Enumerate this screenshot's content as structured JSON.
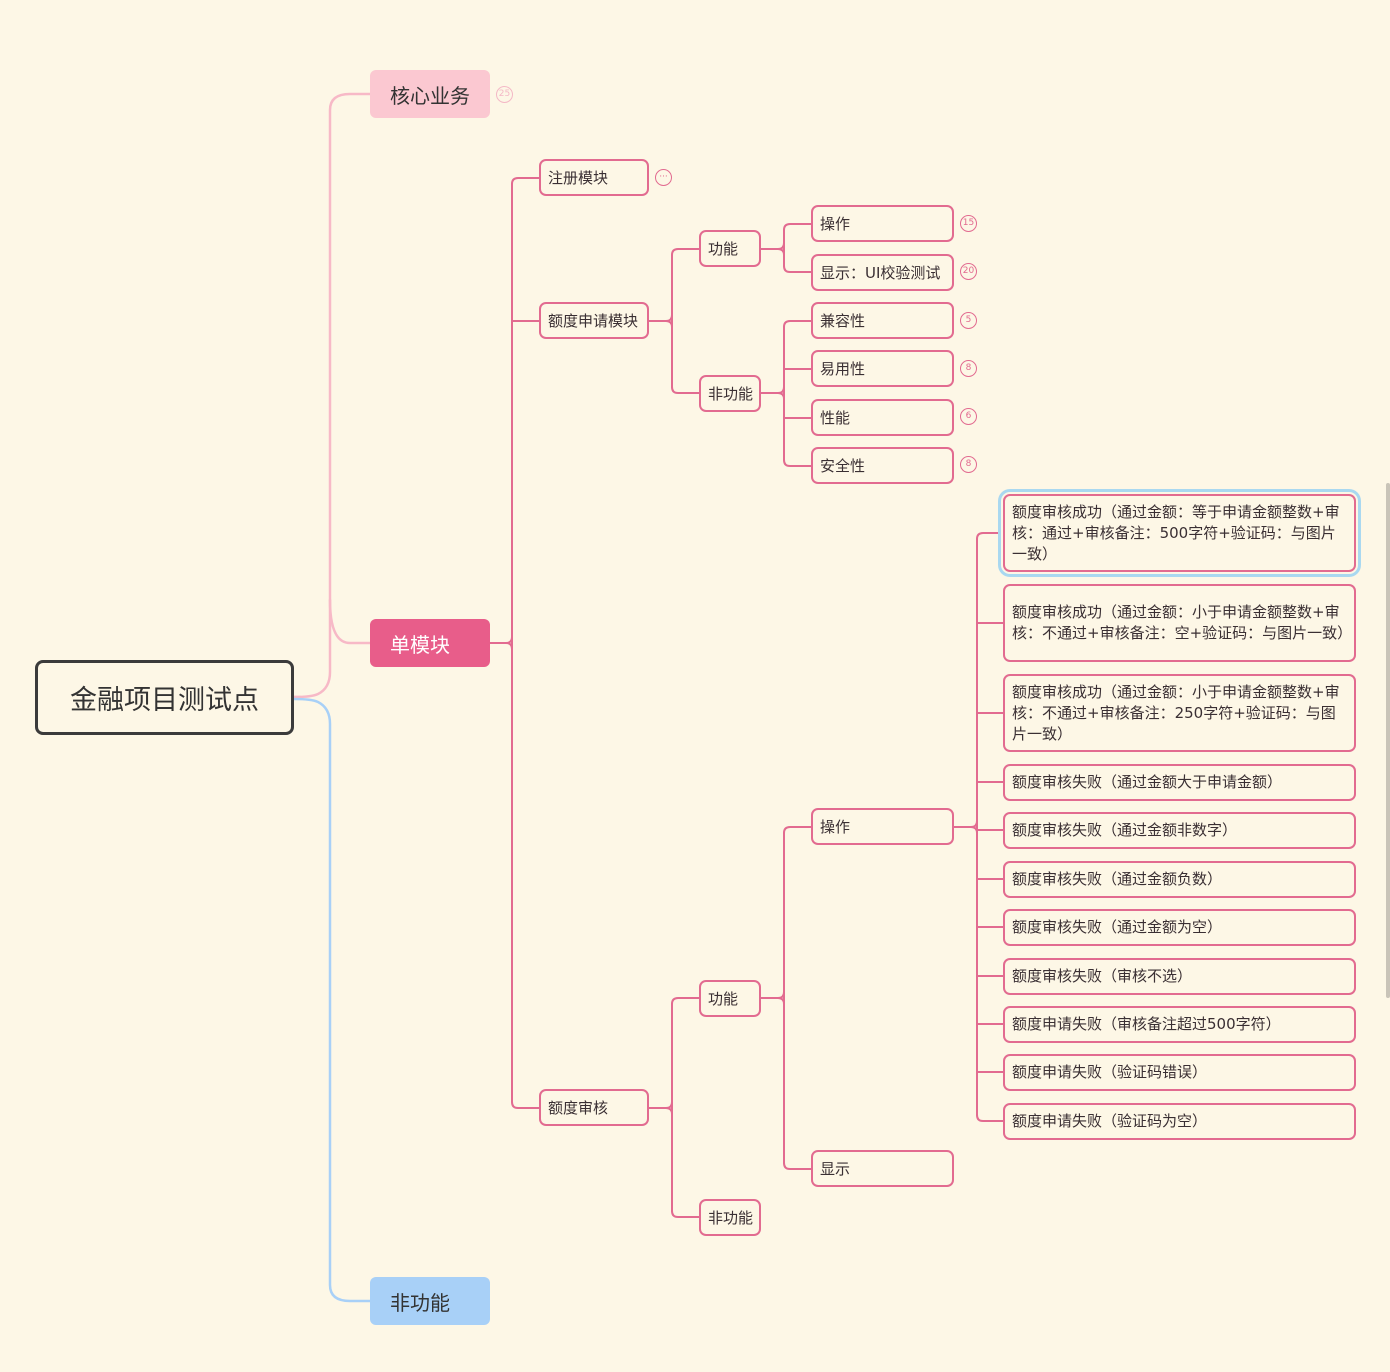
{
  "root": {
    "label": "金融项目测试点"
  },
  "core": {
    "label": "核心业务",
    "badge": "25"
  },
  "single": {
    "label": "单模块"
  },
  "nonfunc": {
    "label": "非功能"
  },
  "register": {
    "label": "注册模块",
    "badge": "···"
  },
  "quota_apply": {
    "label": "额度申请模块",
    "func": {
      "label": "功能",
      "ops": {
        "label": "操作",
        "badge": "15"
      },
      "display": {
        "label": "显示：UI校验测试",
        "badge": "20"
      }
    },
    "nonfunc": {
      "label": "非功能",
      "compat": {
        "label": "兼容性",
        "badge": "5"
      },
      "usability": {
        "label": "易用性",
        "badge": "8"
      },
      "perf": {
        "label": "性能",
        "badge": "6"
      },
      "security": {
        "label": "安全性",
        "badge": "8"
      }
    }
  },
  "quota_review": {
    "label": "额度审核",
    "func": {
      "label": "功能",
      "ops": {
        "label": "操作",
        "cases": [
          "额度审核成功（通过金额：等于申请金额整数+审核：通过+审核备注：500字符+验证码：与图片一致）",
          "额度审核成功（通过金额：小于申请金额整数+审核：不通过+审核备注：空+验证码：与图片一致）",
          "额度审核成功（通过金额：小于申请金额整数+审核：不通过+审核备注：250字符+验证码：与图片一致）",
          "额度审核失败（通过金额大于申请金额）",
          "额度审核失败（通过金额非数字）",
          "额度审核失败（通过金额负数）",
          "额度审核失败（通过金额为空）",
          "额度审核失败（审核不选）",
          "额度申请失败（审核备注超过500字符）",
          "额度申请失败（验证码错误）",
          "额度申请失败（验证码为空）"
        ]
      },
      "display": {
        "label": "显示"
      }
    },
    "nonfunc": {
      "label": "非功能"
    }
  },
  "colors": {
    "pink": "#e26b90",
    "root_branch_pink": "#f7b9c7",
    "root_branch_blue": "#a8d0f7",
    "selection": "#a9d8f0"
  }
}
